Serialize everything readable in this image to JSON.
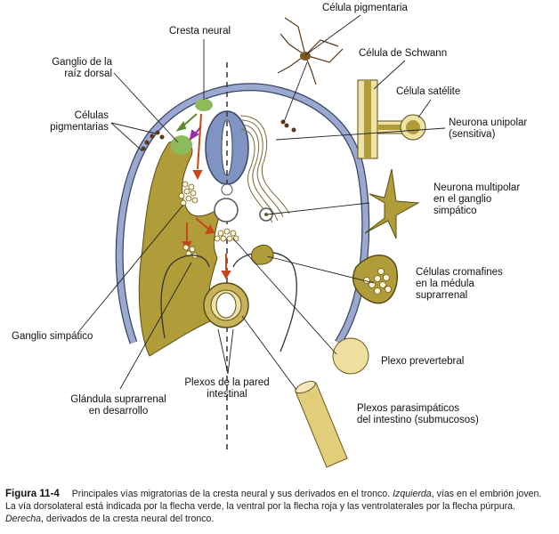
{
  "labels": {
    "cresta_neural": "Cresta neural",
    "ganglio_raiz_1": "Ganglio de la",
    "ganglio_raiz_2": "raíz dorsal",
    "celulas_pig_1": "Células",
    "celulas_pig_2": "pigmentarias",
    "celula_pigmentaria": "Célula pigmentaria",
    "celula_schwann": "Célula de Schwann",
    "celula_satelite": "Célula satélite",
    "neurona_unipolar_1": "Neurona unipolar",
    "neurona_unipolar_2": "(sensitiva)",
    "neurona_multi_1": "Neurona multipolar",
    "neurona_multi_2": "en el ganglio",
    "neurona_multi_3": "simpático",
    "cromafines_1": "Células cromafines",
    "cromafines_2": "en la médula",
    "cromafines_3": "suprarrenal",
    "ganglio_simpatico": "Ganglio simpático",
    "plexo_prevertebral": "Plexo prevertebral",
    "plexos_pared_1": "Plexos de la pared",
    "plexos_pared_2": "intestinal",
    "glandula_1": "Glándula suprarrenal",
    "glandula_2": "en desarrollo",
    "plexos_para_1": "Plexos parasimpáticos",
    "plexos_para_2": "del intestino (submucosos)"
  },
  "caption": {
    "figure_number": "Figura 11-4",
    "text_1": "Principales vías migratorias de la cresta neural y sus derivados en el tronco.",
    "italic_1": "Izquierda",
    "text_2": ", vías en el embrión joven. La vía dorsolateral está indicada por la flecha verde, la ventral por la flecha roja y las ventrolaterales por la flecha púrpura.",
    "italic_2": "Derecha",
    "text_3": ", derivados de la cresta neural del tronco."
  },
  "colors": {
    "ectoderm_blue": "#9aa9cf",
    "neural_tube_blue": "#8094c4",
    "mesenchyme_olive": "#b09d3a",
    "crest_green": "#8dbb5c",
    "arrow_green": "#5e8a2a",
    "arrow_red": "#c8461e",
    "arrow_purple": "#9b2fa8",
    "pale_cell": "#efe2a6"
  }
}
